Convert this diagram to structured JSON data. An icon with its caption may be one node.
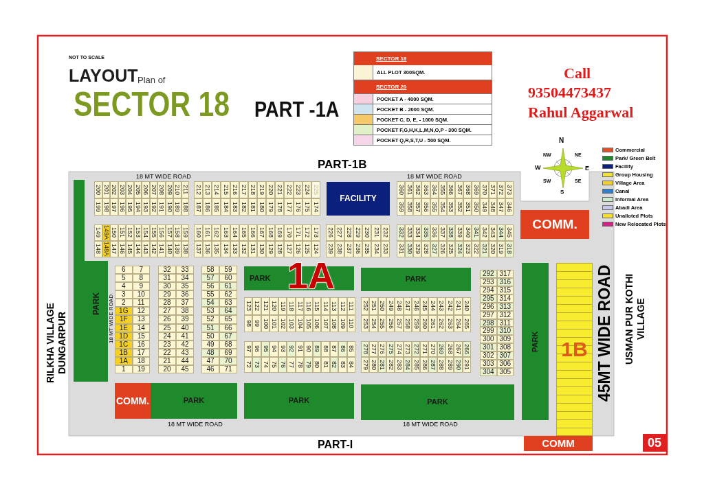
{
  "diagram": {
    "nodes": [
      {
        "text": [
          "200"
        ]
      },
      {
        "text": [
          "201"
        ]
      },
      {
        "text": [
          "202"
        ]
      },
      {
        "text": [
          "203"
        ]
      },
      {
        "text": [
          "204"
        ]
      },
      {
        "text": [
          "205"
        ]
      },
      {
        "text": [
          "206"
        ]
      },
      {
        "text": [
          "207"
        ]
      },
      {
        "text": [
          "208"
        ]
      },
      {
        "text": [
          "209"
        ]
      },
      {
        "text": [
          "210"
        ]
      },
      {
        "text": [
          "211"
        ]
      },
      {
        "text": [
          "199"
        ]
      },
      {
        "text": [
          "198"
        ]
      },
      {
        "text": [
          "197"
        ]
      },
      {
        "text": [
          "196"
        ]
      },
      {
        "text": [
          "195"
        ]
      },
      {
        "text": [
          "194"
        ]
      },
      {
        "text": [
          "193"
        ]
      },
      {
        "text": [
          "192"
        ]
      },
      {
        "text": [
          "191"
        ]
      },
      {
        "text": [
          "190"
        ]
      },
      {
        "text": [
          "189"
        ]
      },
      {
        "text": [
          "188"
        ]
      },
      {
        "text": [
          "212"
        ]
      },
      {
        "text": [
          "213"
        ]
      },
      {
        "text": [
          "214"
        ]
      },
      {
        "text": [
          "215"
        ]
      },
      {
        "text": [
          "216"
        ]
      },
      {
        "text": [
          "217"
        ]
      },
      {
        "text": [
          "218"
        ]
      },
      {
        "text": [
          "219"
        ]
      },
      {
        "text": [
          "220"
        ]
      },
      {
        "text": [
          "221"
        ]
      },
      {
        "text": [
          "222"
        ]
      },
      {
        "text": [
          "223"
        ]
      },
      {
        "text": [
          "224"
        ]
      },
      {
        "text": [
          "225"
        ]
      },
      {
        "text": [
          "187"
        ]
      },
      {
        "text": [
          "186"
        ]
      },
      {
        "text": [
          "185"
        ]
      },
      {
        "text": [
          "184"
        ]
      },
      {
        "text": [
          "183"
        ]
      },
      {
        "text": [
          "182"
        ]
      },
      {
        "text": [
          "181"
        ]
      },
      {
        "text": [
          "180"
        ]
      },
      {
        "text": [
          "179"
        ]
      },
      {
        "text": [
          "178"
        ]
      },
      {
        "text": [
          "177"
        ]
      },
      {
        "text": [
          "176"
        ]
      },
      {
        "text": [
          "175"
        ]
      },
      {
        "text": [
          "174"
        ]
      },
      {
        "text": [
          "FACILITY"
        ]
      },
      {
        "text": [
          "360"
        ]
      },
      {
        "text": [
          "361"
        ]
      },
      {
        "text": [
          "362"
        ]
      },
      {
        "text": [
          "363"
        ]
      },
      {
        "text": [
          "364"
        ]
      },
      {
        "text": [
          "355"
        ]
      },
      {
        "text": [
          "366"
        ]
      },
      {
        "text": [
          "367"
        ]
      },
      {
        "text": [
          "368"
        ]
      },
      {
        "text": [
          "369"
        ]
      },
      {
        "text": [
          "370"
        ]
      },
      {
        "text": [
          "371"
        ]
      },
      {
        "text": [
          "372"
        ]
      },
      {
        "text": [
          "373"
        ]
      },
      {
        "text": [
          "359"
        ]
      },
      {
        "text": [
          "358"
        ]
      },
      {
        "text": [
          "357"
        ]
      },
      {
        "text": [
          "356"
        ]
      },
      {
        "text": [
          "355"
        ]
      },
      {
        "text": [
          "354"
        ]
      },
      {
        "text": [
          "353"
        ]
      },
      {
        "text": [
          "352"
        ]
      },
      {
        "text": [
          "351"
        ]
      },
      {
        "text": [
          "350"
        ]
      },
      {
        "text": [
          "349"
        ]
      },
      {
        "text": [
          "348"
        ]
      },
      {
        "text": [
          "347"
        ]
      },
      {
        "text": [
          "346"
        ]
      },
      {
        "text": [
          "149"
        ]
      },
      {
        "text": [
          "149A"
        ]
      },
      {
        "text": [
          "150"
        ]
      },
      {
        "text": [
          "151"
        ]
      },
      {
        "text": [
          "152"
        ]
      },
      {
        "text": [
          "153"
        ]
      },
      {
        "text": [
          "154"
        ]
      },
      {
        "text": [
          "155"
        ]
      },
      {
        "text": [
          "156"
        ]
      },
      {
        "text": [
          "157"
        ]
      },
      {
        "text": [
          "158"
        ]
      },
      {
        "text": [
          "159"
        ]
      },
      {
        "text": [
          "148"
        ]
      },
      {
        "text": [
          "148A"
        ]
      },
      {
        "text": [
          "147"
        ]
      },
      {
        "text": [
          "146"
        ]
      },
      {
        "text": [
          "145"
        ]
      },
      {
        "text": [
          "144"
        ]
      },
      {
        "text": [
          "143"
        ]
      },
      {
        "text": [
          "142"
        ]
      },
      {
        "text": [
          "141"
        ]
      },
      {
        "text": [
          "140"
        ]
      },
      {
        "text": [
          "139"
        ]
      },
      {
        "text": [
          "138"
        ]
      },
      {
        "text": [
          "160"
        ]
      },
      {
        "text": [
          "161"
        ]
      },
      {
        "text": [
          "162"
        ]
      },
      {
        "text": [
          "163"
        ]
      },
      {
        "text": [
          "164"
        ]
      },
      {
        "text": [
          "165"
        ]
      },
      {
        "text": [
          "166"
        ]
      },
      {
        "text": [
          "167"
        ]
      },
      {
        "text": [
          "168"
        ]
      },
      {
        "text": [
          "169"
        ]
      },
      {
        "text": [
          "170"
        ]
      },
      {
        "text": [
          "171"
        ]
      },
      {
        "text": [
          "172"
        ]
      },
      {
        "text": [
          "173"
        ]
      },
      {
        "text": [
          "137"
        ]
      },
      {
        "text": [
          "136"
        ]
      },
      {
        "text": [
          "135"
        ]
      },
      {
        "text": [
          "134"
        ]
      },
      {
        "text": [
          "133"
        ]
      },
      {
        "text": [
          "132"
        ]
      },
      {
        "text": [
          "131"
        ]
      },
      {
        "text": [
          "130"
        ]
      },
      {
        "text": [
          "129"
        ]
      },
      {
        "text": [
          "128"
        ]
      },
      {
        "text": [
          "127"
        ]
      },
      {
        "text": [
          "126"
        ]
      },
      {
        "text": [
          "125"
        ]
      },
      {
        "text": [
          "124"
        ]
      },
      {
        "text": [
          "226"
        ]
      },
      {
        "text": [
          "227"
        ]
      },
      {
        "text": [
          "228"
        ]
      },
      {
        "text": [
          "229"
        ]
      },
      {
        "text": [
          "230"
        ]
      },
      {
        "text": [
          "231"
        ]
      },
      {
        "text": [
          "232"
        ]
      },
      {
        "text": [
          "239"
        ]
      },
      {
        "text": [
          "238"
        ]
      },
      {
        "text": [
          "237"
        ]
      },
      {
        "text": [
          "236"
        ]
      },
      {
        "text": [
          "235"
        ]
      },
      {
        "text": [
          "234"
        ]
      },
      {
        "text": [
          "233"
        ]
      },
      {
        "text": [
          "332"
        ]
      },
      {
        "text": [
          "333"
        ]
      },
      {
        "text": [
          "334"
        ]
      },
      {
        "text": [
          "335"
        ]
      },
      {
        "text": [
          "336"
        ]
      },
      {
        "text": [
          "337"
        ]
      },
      {
        "text": [
          "338"
        ]
      },
      {
        "text": [
          "339"
        ]
      },
      {
        "text": [
          "340"
        ]
      },
      {
        "text": [
          "341"
        ]
      },
      {
        "text": [
          "342"
        ]
      },
      {
        "text": [
          "343"
        ]
      },
      {
        "text": [
          "344"
        ]
      },
      {
        "text": [
          "345"
        ]
      },
      {
        "text": [
          "331"
        ]
      },
      {
        "text": [
          "330"
        ]
      },
      {
        "text": [
          "329"
        ]
      },
      {
        "text": [
          "328"
        ]
      },
      {
        "text": [
          "327"
        ]
      },
      {
        "text": [
          "326"
        ]
      },
      {
        "text": [
          "325"
        ]
      },
      {
        "text": [
          "324"
        ]
      },
      {
        "text": [
          "323"
        ]
      },
      {
        "text": [
          "322"
        ]
      },
      {
        "text": [
          "321"
        ]
      },
      {
        "text": [
          "320"
        ]
      },
      {
        "text": [
          "319"
        ]
      },
      {
        "text": [
          "318"
        ]
      },
      {
        "text": [
          "COMM."
        ]
      },
      {
        "text": [
          "PARK"
        ]
      },
      {
        "text": [
          "6"
        ]
      },
      {
        "text": [
          "7"
        ]
      },
      {
        "text": [
          "5"
        ]
      },
      {
        "text": [
          "8"
        ]
      },
      {
        "text": [
          "4"
        ]
      },
      {
        "text": [
          "9"
        ]
      },
      {
        "text": [
          "3"
        ]
      },
      {
        "text": [
          "10"
        ]
      },
      {
        "text": [
          "2"
        ]
      },
      {
        "text": [
          "11"
        ]
      },
      {
        "text": [
          "1G"
        ]
      },
      {
        "text": [
          "12"
        ]
      },
      {
        "text": [
          "1F"
        ]
      },
      {
        "text": [
          "13"
        ]
      },
      {
        "text": [
          "1E"
        ]
      },
      {
        "text": [
          "14"
        ]
      },
      {
        "text": [
          "1D"
        ]
      },
      {
        "text": [
          "15"
        ]
      },
      {
        "text": [
          "1C"
        ]
      },
      {
        "text": [
          "16"
        ]
      },
      {
        "text": [
          "1B"
        ]
      },
      {
        "text": [
          "17"
        ]
      },
      {
        "text": [
          "1A"
        ]
      },
      {
        "text": [
          "18"
        ]
      },
      {
        "text": [
          "1"
        ]
      },
      {
        "text": [
          "19"
        ]
      },
      {
        "text": [
          "32"
        ]
      },
      {
        "text": [
          "33"
        ]
      },
      {
        "text": [
          "31"
        ]
      },
      {
        "text": [
          "34"
        ]
      },
      {
        "text": [
          "30"
        ]
      },
      {
        "text": [
          "35"
        ]
      },
      {
        "text": [
          "29"
        ]
      },
      {
        "text": [
          "36"
        ]
      },
      {
        "text": [
          "28"
        ]
      },
      {
        "text": [
          "37"
        ]
      },
      {
        "text": [
          "27"
        ]
      },
      {
        "text": [
          "38"
        ]
      },
      {
        "text": [
          "26"
        ]
      },
      {
        "text": [
          "39"
        ]
      },
      {
        "text": [
          "25"
        ]
      },
      {
        "text": [
          "40"
        ]
      },
      {
        "text": [
          "24"
        ]
      },
      {
        "text": [
          "41"
        ]
      },
      {
        "text": [
          "23"
        ]
      },
      {
        "text": [
          "42"
        ]
      },
      {
        "text": [
          "22"
        ]
      },
      {
        "text": [
          "43"
        ]
      },
      {
        "text": [
          "21"
        ]
      },
      {
        "text": [
          "44"
        ]
      },
      {
        "text": [
          "20"
        ]
      },
      {
        "text": [
          "45"
        ]
      },
      {
        "text": [
          "58"
        ]
      },
      {
        "text": [
          "59"
        ]
      },
      {
        "text": [
          "57"
        ]
      },
      {
        "text": [
          "60"
        ]
      },
      {
        "text": [
          "56"
        ]
      },
      {
        "text": [
          "61"
        ]
      },
      {
        "text": [
          "55"
        ]
      },
      {
        "text": [
          "62"
        ]
      },
      {
        "text": [
          "54"
        ]
      },
      {
        "text": [
          "63"
        ]
      },
      {
        "text": [
          "53"
        ]
      },
      {
        "text": [
          "64"
        ]
      },
      {
        "text": [
          "52"
        ]
      },
      {
        "text": [
          "65"
        ]
      },
      {
        "text": [
          "51"
        ]
      },
      {
        "text": [
          "66"
        ]
      },
      {
        "text": [
          "50"
        ]
      },
      {
        "text": [
          "67"
        ]
      },
      {
        "text": [
          "49"
        ]
      },
      {
        "text": [
          "68"
        ]
      },
      {
        "text": [
          "48"
        ]
      },
      {
        "text": [
          "69"
        ]
      },
      {
        "text": [
          "47"
        ]
      },
      {
        "text": [
          "70"
        ]
      },
      {
        "text": [
          "46"
        ]
      },
      {
        "text": [
          "71"
        ]
      },
      {
        "text": [
          "PARK"
        ]
      },
      {
        "text": [
          "PARK"
        ]
      },
      {
        "text": [
          "123"
        ]
      },
      {
        "text": [
          "122"
        ]
      },
      {
        "text": [
          "121"
        ]
      },
      {
        "text": [
          "120"
        ]
      },
      {
        "text": [
          "119"
        ]
      },
      {
        "text": [
          "118"
        ]
      },
      {
        "text": [
          "117"
        ]
      },
      {
        "text": [
          "116"
        ]
      },
      {
        "text": [
          "115"
        ]
      },
      {
        "text": [
          "114"
        ]
      },
      {
        "text": [
          "113"
        ]
      },
      {
        "text": [
          "112"
        ]
      },
      {
        "text": [
          "111"
        ]
      },
      {
        "text": [
          "98"
        ]
      },
      {
        "text": [
          "99"
        ]
      },
      {
        "text": [
          "100"
        ]
      },
      {
        "text": [
          "101"
        ]
      },
      {
        "text": [
          "102"
        ]
      },
      {
        "text": [
          "103"
        ]
      },
      {
        "text": [
          "104"
        ]
      },
      {
        "text": [
          "105"
        ]
      },
      {
        "text": [
          "106"
        ]
      },
      {
        "text": [
          "107"
        ]
      },
      {
        "text": [
          "108"
        ]
      },
      {
        "text": [
          "109"
        ]
      },
      {
        "text": [
          "110"
        ]
      },
      {
        "text": [
          "252"
        ]
      },
      {
        "text": [
          "251"
        ]
      },
      {
        "text": [
          "250"
        ]
      },
      {
        "text": [
          "249"
        ]
      },
      {
        "text": [
          "248"
        ]
      },
      {
        "text": [
          "247"
        ]
      },
      {
        "text": [
          "246"
        ]
      },
      {
        "text": [
          "245"
        ]
      },
      {
        "text": [
          "244"
        ]
      },
      {
        "text": [
          "243"
        ]
      },
      {
        "text": [
          "242"
        ]
      },
      {
        "text": [
          "241"
        ]
      },
      {
        "text": [
          "240"
        ]
      },
      {
        "text": [
          "253"
        ]
      },
      {
        "text": [
          "254"
        ]
      },
      {
        "text": [
          "255"
        ]
      },
      {
        "text": [
          "256"
        ]
      },
      {
        "text": [
          "257"
        ]
      },
      {
        "text": [
          "258"
        ]
      },
      {
        "text": [
          "259"
        ]
      },
      {
        "text": [
          "260"
        ]
      },
      {
        "text": [
          "261"
        ]
      },
      {
        "text": [
          "262"
        ]
      },
      {
        "text": [
          "263"
        ]
      },
      {
        "text": [
          "264"
        ]
      },
      {
        "text": [
          "265"
        ]
      },
      {
        "text": [
          "292"
        ]
      },
      {
        "text": [
          "317"
        ]
      },
      {
        "text": [
          "293"
        ]
      },
      {
        "text": [
          "316"
        ]
      },
      {
        "text": [
          "294"
        ]
      },
      {
        "text": [
          "315"
        ]
      },
      {
        "text": [
          "295"
        ]
      },
      {
        "text": [
          "314"
        ]
      },
      {
        "text": [
          "296"
        ]
      },
      {
        "text": [
          "313"
        ]
      },
      {
        "text": [
          "297"
        ]
      },
      {
        "text": [
          "312"
        ]
      },
      {
        "text": [
          "298"
        ]
      },
      {
        "text": [
          "311"
        ]
      },
      {
        "text": [
          "299"
        ]
      },
      {
        "text": [
          "310"
        ]
      },
      {
        "text": [
          "300"
        ]
      },
      {
        "text": [
          "309"
        ]
      },
      {
        "text": [
          "301"
        ]
      },
      {
        "text": [
          "308"
        ]
      },
      {
        "text": [
          "302"
        ]
      },
      {
        "text": [
          "307"
        ]
      },
      {
        "text": [
          "303"
        ]
      },
      {
        "text": [
          "306"
        ]
      },
      {
        "text": [
          "304"
        ]
      },
      {
        "text": [
          "305"
        ]
      },
      {
        "text": [
          "PARK"
        ]
      },
      {
        "text": [
          "1B"
        ]
      },
      {
        "text": [
          "97"
        ]
      },
      {
        "text": [
          "96"
        ]
      },
      {
        "text": [
          "95"
        ]
      },
      {
        "text": [
          "94"
        ]
      },
      {
        "text": [
          "93"
        ]
      },
      {
        "text": [
          "92"
        ]
      },
      {
        "text": [
          "91"
        ]
      },
      {
        "text": [
          "90"
        ]
      },
      {
        "text": [
          "89"
        ]
      },
      {
        "text": [
          "88"
        ]
      },
      {
        "text": [
          "87"
        ]
      },
      {
        "text": [
          "86"
        ]
      },
      {
        "text": [
          "85"
        ]
      },
      {
        "text": [
          "72"
        ]
      },
      {
        "text": [
          "73"
        ]
      },
      {
        "text": [
          "74"
        ]
      },
      {
        "text": [
          "75"
        ]
      },
      {
        "text": [
          "76"
        ]
      },
      {
        "text": [
          "77"
        ]
      },
      {
        "text": [
          "78"
        ]
      },
      {
        "text": [
          "79"
        ]
      },
      {
        "text": [
          "80"
        ]
      },
      {
        "text": [
          "81"
        ]
      },
      {
        "text": [
          "82"
        ]
      },
      {
        "text": [
          "83"
        ]
      },
      {
        "text": [
          "84"
        ]
      },
      {
        "text": [
          "278"
        ]
      },
      {
        "text": [
          "277"
        ]
      },
      {
        "text": [
          "276"
        ]
      },
      {
        "text": [
          "275"
        ]
      },
      {
        "text": [
          "274"
        ]
      },
      {
        "text": [
          "273"
        ]
      },
      {
        "text": [
          "272"
        ]
      },
      {
        "text": [
          "271"
        ]
      },
      {
        "text": [
          "270"
        ]
      },
      {
        "text": [
          "269"
        ]
      },
      {
        "text": [
          "268"
        ]
      },
      {
        "text": [
          "267"
        ]
      },
      {
        "text": [
          "266"
        ]
      },
      {
        "text": [
          "279"
        ]
      },
      {
        "text": [
          "280"
        ]
      },
      {
        "text": [
          "281"
        ]
      },
      {
        "text": [
          "282"
        ]
      },
      {
        "text": [
          "283"
        ]
      },
      {
        "text": [
          "284"
        ]
      },
      {
        "text": [
          "285"
        ]
      },
      {
        "text": [
          "286"
        ]
      },
      {
        "text": [
          "287"
        ]
      },
      {
        "text": [
          "288"
        ]
      },
      {
        "text": [
          "289"
        ]
      },
      {
        "text": [
          "290"
        ]
      },
      {
        "text": [
          "291"
        ]
      },
      {
        "text": [
          "COMM."
        ]
      },
      {
        "text": [
          "PARK"
        ]
      },
      {
        "text": [
          "PARK"
        ]
      },
      {
        "text": [
          "PARK"
        ]
      },
      {
        "text": [
          "COMM"
        ]
      }
    ],
    "labels": [
      "NOT TO SCALE",
      "LAYOUT",
      "Plan of",
      "SECTOR 18",
      "PART -1A",
      "SECTOR 18",
      "SECTOR 20",
      "Call",
      "93504473437",
      "Rahul Aggarwal",
      "N",
      "NW",
      "NE",
      "W",
      "E",
      "SW",
      "SE",
      "S",
      "PART-1B",
      "18 MT WIDE ROAD",
      "18 MT WIDE ROAD",
      "RILKHA VILLAGE DUNGARPUR",
      "18 MT WIDE ROAD",
      "1A",
      "45MT WIDE ROAD",
      "USMAN PUR KOTHI VILLAGE",
      "18 MT WIDE ROAD",
      "18 MT WIDE ROAD",
      "PART-I",
      "05"
    ],
    "legend": [
      {
        "text": "ALL PLOT 300SQM.",
        "color": "#fbf3d5"
      },
      {
        "text": "POCKET A - 4000 SQM.",
        "color": "#f6cfe0"
      },
      {
        "text": "POCKET B - 2000 SQM.",
        "color": "#cfe3f0"
      },
      {
        "text": "POCKET C, D, E, - 1000 SQM.",
        "color": "#f5c86a"
      },
      {
        "text": "POCKET F,G,H,K,L,M,N,O,P - 300 SQM.",
        "color": "#e2f0c8"
      },
      {
        "text": "POCKET Q,R,S,T,U - 500 SQM.",
        "color": "#f5d5e8"
      },
      {
        "text": "Commercial",
        "color": "#e0522a"
      },
      {
        "text": "Park/ Green Belt",
        "color": "#1f8a2b"
      },
      {
        "text": "Facility",
        "color": "#0b1f7c"
      },
      {
        "text": "Group Housing",
        "color": "#f2e23a"
      },
      {
        "text": "Village Area",
        "color": "#f0d030"
      },
      {
        "text": "Canal",
        "color": "#2f7fcf"
      },
      {
        "text": "Informal Area",
        "color": "#cdeccd"
      },
      {
        "text": "Abadi Area",
        "color": "#c8c8ea"
      },
      {
        "text": "Unalloted Plots",
        "color": "#f3df2a"
      },
      {
        "text": "New Relocated Plots",
        "color": "#d6208a"
      }
    ]
  }
}
